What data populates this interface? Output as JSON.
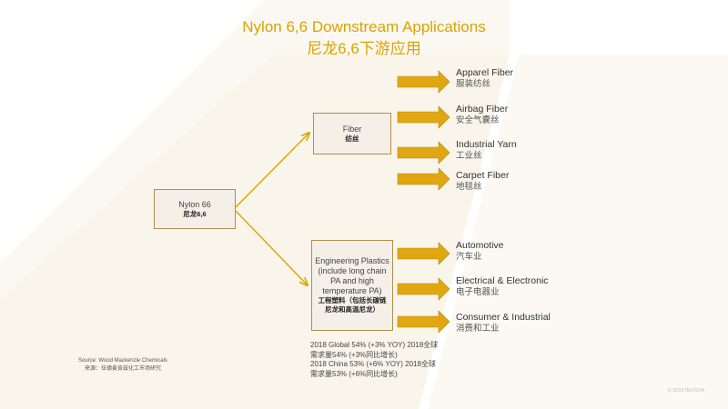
{
  "colors": {
    "accent": "#d9a400",
    "arrow": "#d9a400",
    "box_border": "#b08f4e",
    "box_fill": "#f4efe7"
  },
  "title": {
    "en": "Nylon 6,6 Downstream Applications",
    "zh": "尼龙6,6下游应用"
  },
  "root": {
    "en": "Nylon 66",
    "zh": "尼龙6,6"
  },
  "fiber": {
    "en": "Fiber",
    "zh": "纺丝"
  },
  "engineering": {
    "en": "Engineering Plastics (include long chain PA and high temperature PA)",
    "zh": "工程塑料（包括长碳链尼龙和高温尼龙）"
  },
  "fiber_apps": [
    {
      "en": "Apparel Fiber",
      "zh": "服装纺丝"
    },
    {
      "en": "Airbag Fiber",
      "zh": "安全气囊丝"
    },
    {
      "en": "Industrial Yarn",
      "zh": "工业丝"
    },
    {
      "en": "Carpet Fiber",
      "zh": "地毯丝"
    }
  ],
  "plastic_apps": [
    {
      "en": "Automotive",
      "zh": "汽车业"
    },
    {
      "en": "Electrical & Electronic",
      "zh": "电子电器业"
    },
    {
      "en": "Consumer & Industrial",
      "zh": "消费和工业"
    }
  ],
  "stats": [
    "2018 Global 54% (+3% YOY) 2018全球",
    "需求量54% (+3%同比增长)",
    "2018 China 53% (+6% YOY) 2018全球",
    "需求量53% (+6%同比增长)"
  ],
  "source": {
    "en": "Source: Wood Mackenzie Chemicals",
    "zh": "来源：伍德麦肯兹化工市场研究"
  },
  "copyright": "© 2019 INVISTA"
}
